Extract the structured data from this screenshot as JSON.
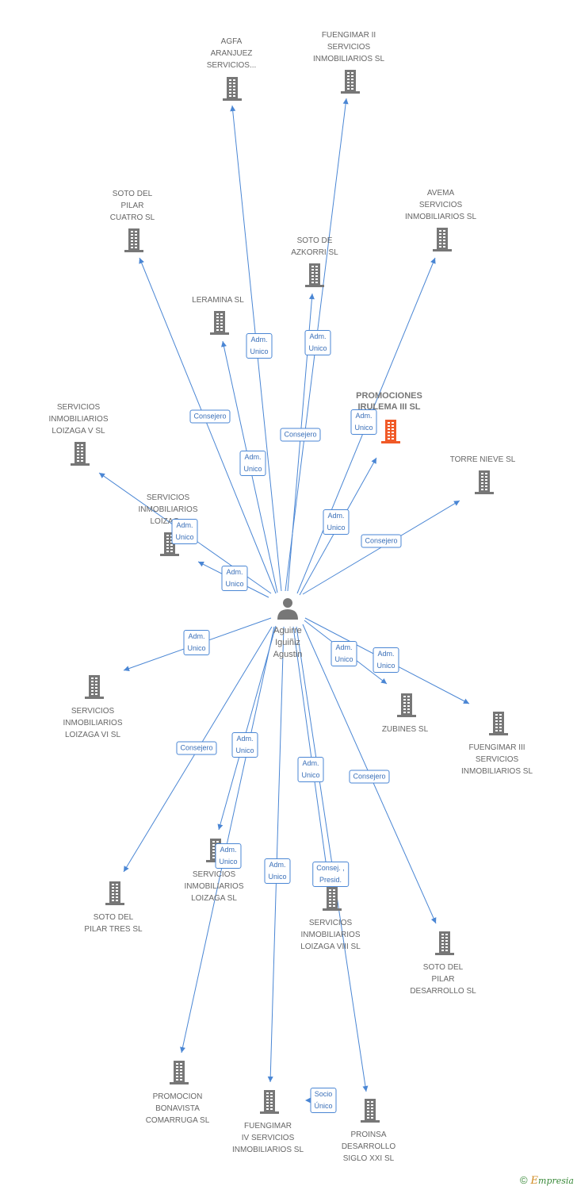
{
  "person": {
    "name": "Aguirre\nIguiñiz\nAgustin"
  },
  "colors": {
    "edge": "#4a86d4",
    "building": "#777777",
    "focal_building": "#f05a28"
  },
  "nodes": [
    {
      "id": "agfa",
      "label": "AGFA\nARANJUEZ\nSERVICIOS..."
    },
    {
      "id": "fuengimar2",
      "label": "FUENGIMAR II\nSERVICIOS\nINMOBILIARIOS SL"
    },
    {
      "id": "sotopilarcuatro",
      "label": "SOTO DEL\nPILAR\nCUATRO SL"
    },
    {
      "id": "avema",
      "label": "AVEMA\nSERVICIOS\nINMOBILIARIOS SL"
    },
    {
      "id": "sotoazkorri",
      "label": "SOTO DE\nAZKORRI SL"
    },
    {
      "id": "leramina",
      "label": "LERAMINA SL"
    },
    {
      "id": "promociones",
      "label": "PROMOCIONES\nIRULEMA III SL",
      "focal": true
    },
    {
      "id": "loizaga5",
      "label": "SERVICIOS\nINMOBILIARIOS\nLOIZAGA V SL"
    },
    {
      "id": "torrenieve",
      "label": "TORRE NIEVE SL"
    },
    {
      "id": "loizagaX",
      "label": "SERVICIOS\nINMOBILIARIOS\nLOIZAG..."
    },
    {
      "id": "loizaga6",
      "label": "SERVICIOS\nINMOBILIARIOS\nLOIZAGA VI SL"
    },
    {
      "id": "zubines",
      "label": "ZUBINES SL"
    },
    {
      "id": "fuengimar3",
      "label": "FUENGIMAR III\nSERVICIOS\nINMOBILIARIOS SL"
    },
    {
      "id": "sotopilartres",
      "label": "SOTO DEL\nPILAR TRES SL"
    },
    {
      "id": "loizaga",
      "label": "SERVICIOS\nINMOBILIARIOS\nLOIZAGA SL"
    },
    {
      "id": "loizaga8",
      "label": "SERVICIOS\nINMOBILIARIOS\nLOIZAGA VIII SL"
    },
    {
      "id": "sotopilardesarrollo",
      "label": "SOTO DEL\nPILAR\nDESARROLLO SL"
    },
    {
      "id": "bonavista",
      "label": "PROMOCION\nBONAVISTA\nCOMARRUGA SL"
    },
    {
      "id": "fuengimar4",
      "label": "FUENGIMAR\nIV SERVICIOS\nINMOBILIARIOS SL"
    },
    {
      "id": "proinsa",
      "label": "PROINSA\nDESARROLLO\nSIGLO XXI SL"
    }
  ],
  "edges": [
    {
      "to": "agfa",
      "label": "Adm.\nUnico"
    },
    {
      "to": "fuengimar2",
      "label": "Adm.\nUnico"
    },
    {
      "to": "sotopilarcuatro",
      "label": "Consejero"
    },
    {
      "to": "avema",
      "label": "Adm.\nUnico"
    },
    {
      "to": "sotoazkorri",
      "label": "Consejero"
    },
    {
      "to": "leramina",
      "label": "Adm.\nUnico"
    },
    {
      "to": "promociones",
      "label": "Adm.\nUnico"
    },
    {
      "to": "loizaga5",
      "label": "Adm.\nUnico"
    },
    {
      "to": "torrenieve",
      "label": "Consejero"
    },
    {
      "to": "loizagaX",
      "label": "Adm.\nUnico"
    },
    {
      "to": "loizaga6",
      "label": "Adm.\nUnico"
    },
    {
      "to": "zubines",
      "label": "Adm.\nUnico"
    },
    {
      "to": "fuengimar3",
      "label": "Adm.\nUnico"
    },
    {
      "to": "sotopilartres",
      "label": "Consejero"
    },
    {
      "to": "loizaga",
      "label": "Adm.\nUnico"
    },
    {
      "to": "loizaga8",
      "label": "Adm.\nUnico"
    },
    {
      "to": "sotopilardesarrollo",
      "label": "Consejero"
    },
    {
      "to": "bonavista",
      "label": "Adm.\nUnico"
    },
    {
      "to": "fuengimar4",
      "label": "Adm.\nUnico"
    },
    {
      "to": "proinsa",
      "label": "Consej. ,\nPresid."
    }
  ],
  "extra_labels": [
    {
      "id": "socio",
      "label": "Socio\nÚnico"
    }
  ],
  "footer": {
    "copyright": "©",
    "brand_e": "E",
    "brand_rest": "mpresia"
  }
}
